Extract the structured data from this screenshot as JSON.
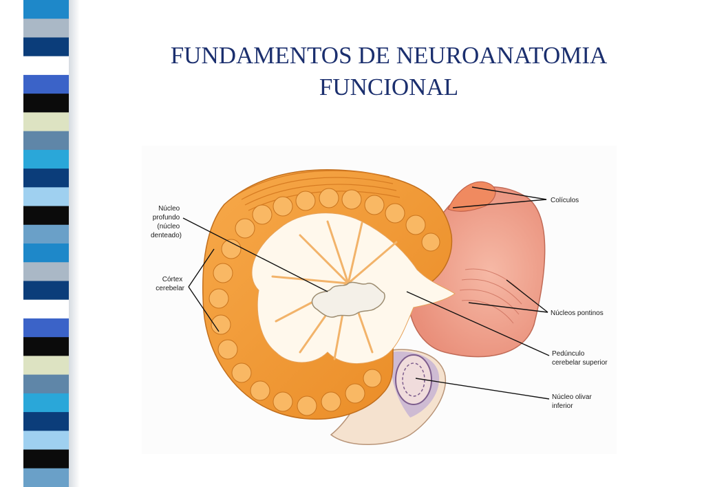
{
  "slide": {
    "title_line1": "FUNDAMENTOS DE  NEUROANATOMIA",
    "title_line2": "FUNCIONAL"
  },
  "colors": {
    "title": "#1b2f6e",
    "stripe": [
      "#1e88c9",
      "#aab8c6",
      "#0b3d7a",
      "#ffffff",
      "#3b63c8",
      "#0b0b0b",
      "#dde3c2",
      "#5f86a8",
      "#2aa7d9",
      "#0b3d7a",
      "#9fd0f0",
      "#0b0b0b",
      "#6aa0c8"
    ]
  },
  "figure": {
    "labels": {
      "nucleo_profundo": [
        "Núcleo",
        "profundo",
        "(núcleo",
        "denteado)"
      ],
      "cortex_cerebelar": [
        "Córtex",
        "cerebelar"
      ],
      "coliculos": "Colículos",
      "nucleos_pontinos": "Núcleos pontinos",
      "peduncle": [
        "Pedúnculo",
        "cerebelar superior"
      ],
      "nucleo_olivar": [
        "Núcleo olivar",
        "inferior"
      ]
    }
  }
}
